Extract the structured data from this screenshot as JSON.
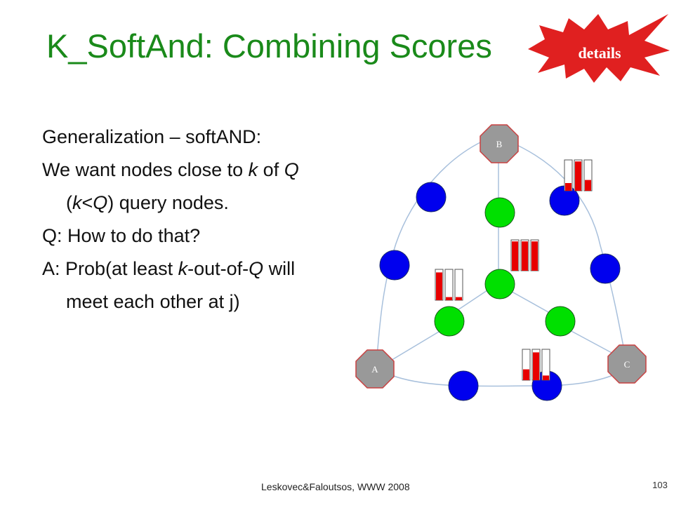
{
  "slide": {
    "title": "K_SoftAnd: Combining Scores",
    "badge": "details",
    "bullets": [
      {
        "segments": [
          {
            "text": "Generalization – softAND:",
            "italic": false
          }
        ]
      },
      {
        "segments": [
          {
            "text": "We want nodes close to ",
            "italic": false
          },
          {
            "text": "k",
            "italic": true
          },
          {
            "text": " of ",
            "italic": false
          },
          {
            "text": "Q",
            "italic": true
          },
          {
            "text": " (",
            "italic": false
          },
          {
            "text": "k",
            "italic": true
          },
          {
            "text": "<",
            "italic": false
          },
          {
            "text": "Q",
            "italic": true
          },
          {
            "text": ") query nodes.",
            "italic": false
          }
        ]
      },
      {
        "segments": [
          {
            "text": "Q: How to do that?",
            "italic": false
          }
        ]
      },
      {
        "segments": [
          {
            "text": "A: Prob(at least ",
            "italic": false
          },
          {
            "text": "k",
            "italic": true
          },
          {
            "text": "-out-of-",
            "italic": false
          },
          {
            "text": "Q",
            "italic": true
          },
          {
            "text": " will meet each other at j)",
            "italic": false
          }
        ]
      }
    ],
    "footer": "Leskovec&Faloutsos, WWW 2008",
    "page_number": "103"
  },
  "diagram": {
    "query_nodes": [
      {
        "id": "B",
        "label": "B"
      },
      {
        "id": "A",
        "label": "A"
      },
      {
        "id": "C",
        "label": "C"
      }
    ],
    "colors": {
      "query": "#999999",
      "query_stroke": "#c84040",
      "path_node": "#0000ee",
      "center_node": "#00e000",
      "edge": "#a8c0dc",
      "bar_fill": "#e80000"
    },
    "bar_groups": [
      {
        "near": "upper-right",
        "levels": [
          0.25,
          0.95,
          0.35
        ]
      },
      {
        "near": "center",
        "levels": [
          0.95,
          0.95,
          0.95
        ]
      },
      {
        "near": "left",
        "levels": [
          0.9,
          0.1,
          0.1
        ]
      },
      {
        "near": "bottom-right",
        "levels": [
          0.35,
          0.9,
          0.15
        ]
      }
    ]
  }
}
